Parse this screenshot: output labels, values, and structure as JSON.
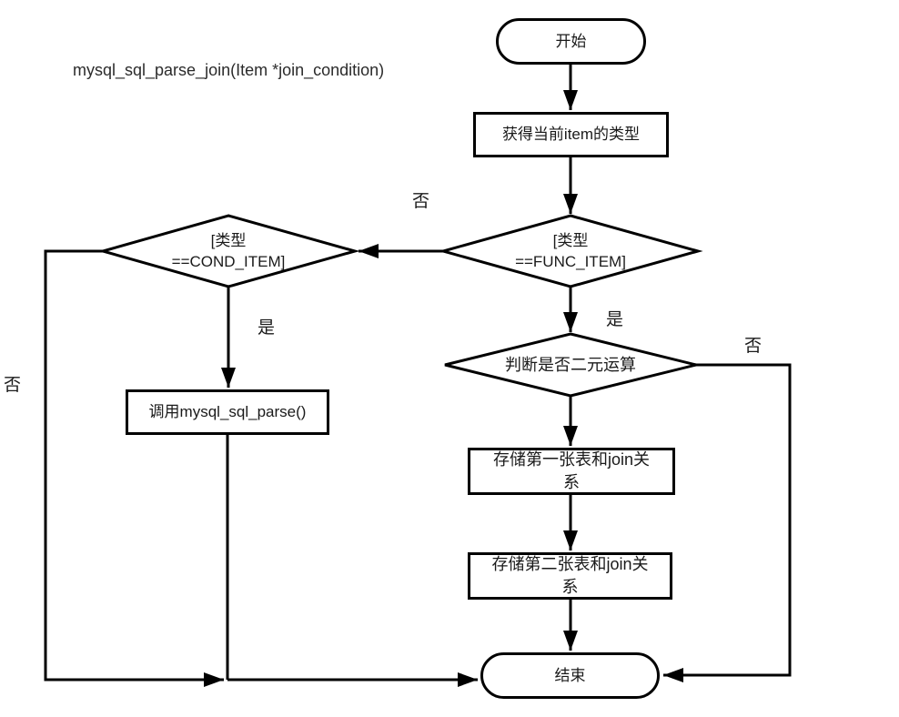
{
  "title": "mysql_sql_parse_join(Item *join_condition)",
  "nodes": {
    "start": "开始",
    "get_item_type": "获得当前item的类型",
    "func_item_check": "[类型\n==FUNC_ITEM]",
    "cond_item_check": "[类型\n==COND_ITEM]",
    "call_mysql_sql_parse": "调用mysql_sql_parse()",
    "binary_op_check": "判断是否二元运算",
    "store_first_table": "存储第一张表和join关\n系",
    "store_second_table": "存储第二张表和join关\n系",
    "end": "结束"
  },
  "edge_labels": {
    "func_item_no": "否",
    "func_item_yes": "是",
    "cond_item_yes": "是",
    "cond_item_no": "否",
    "binary_op_no": "否"
  },
  "colors": {
    "stroke": "#000000",
    "fill": "#ffffff",
    "text": "#1a1a1a"
  }
}
